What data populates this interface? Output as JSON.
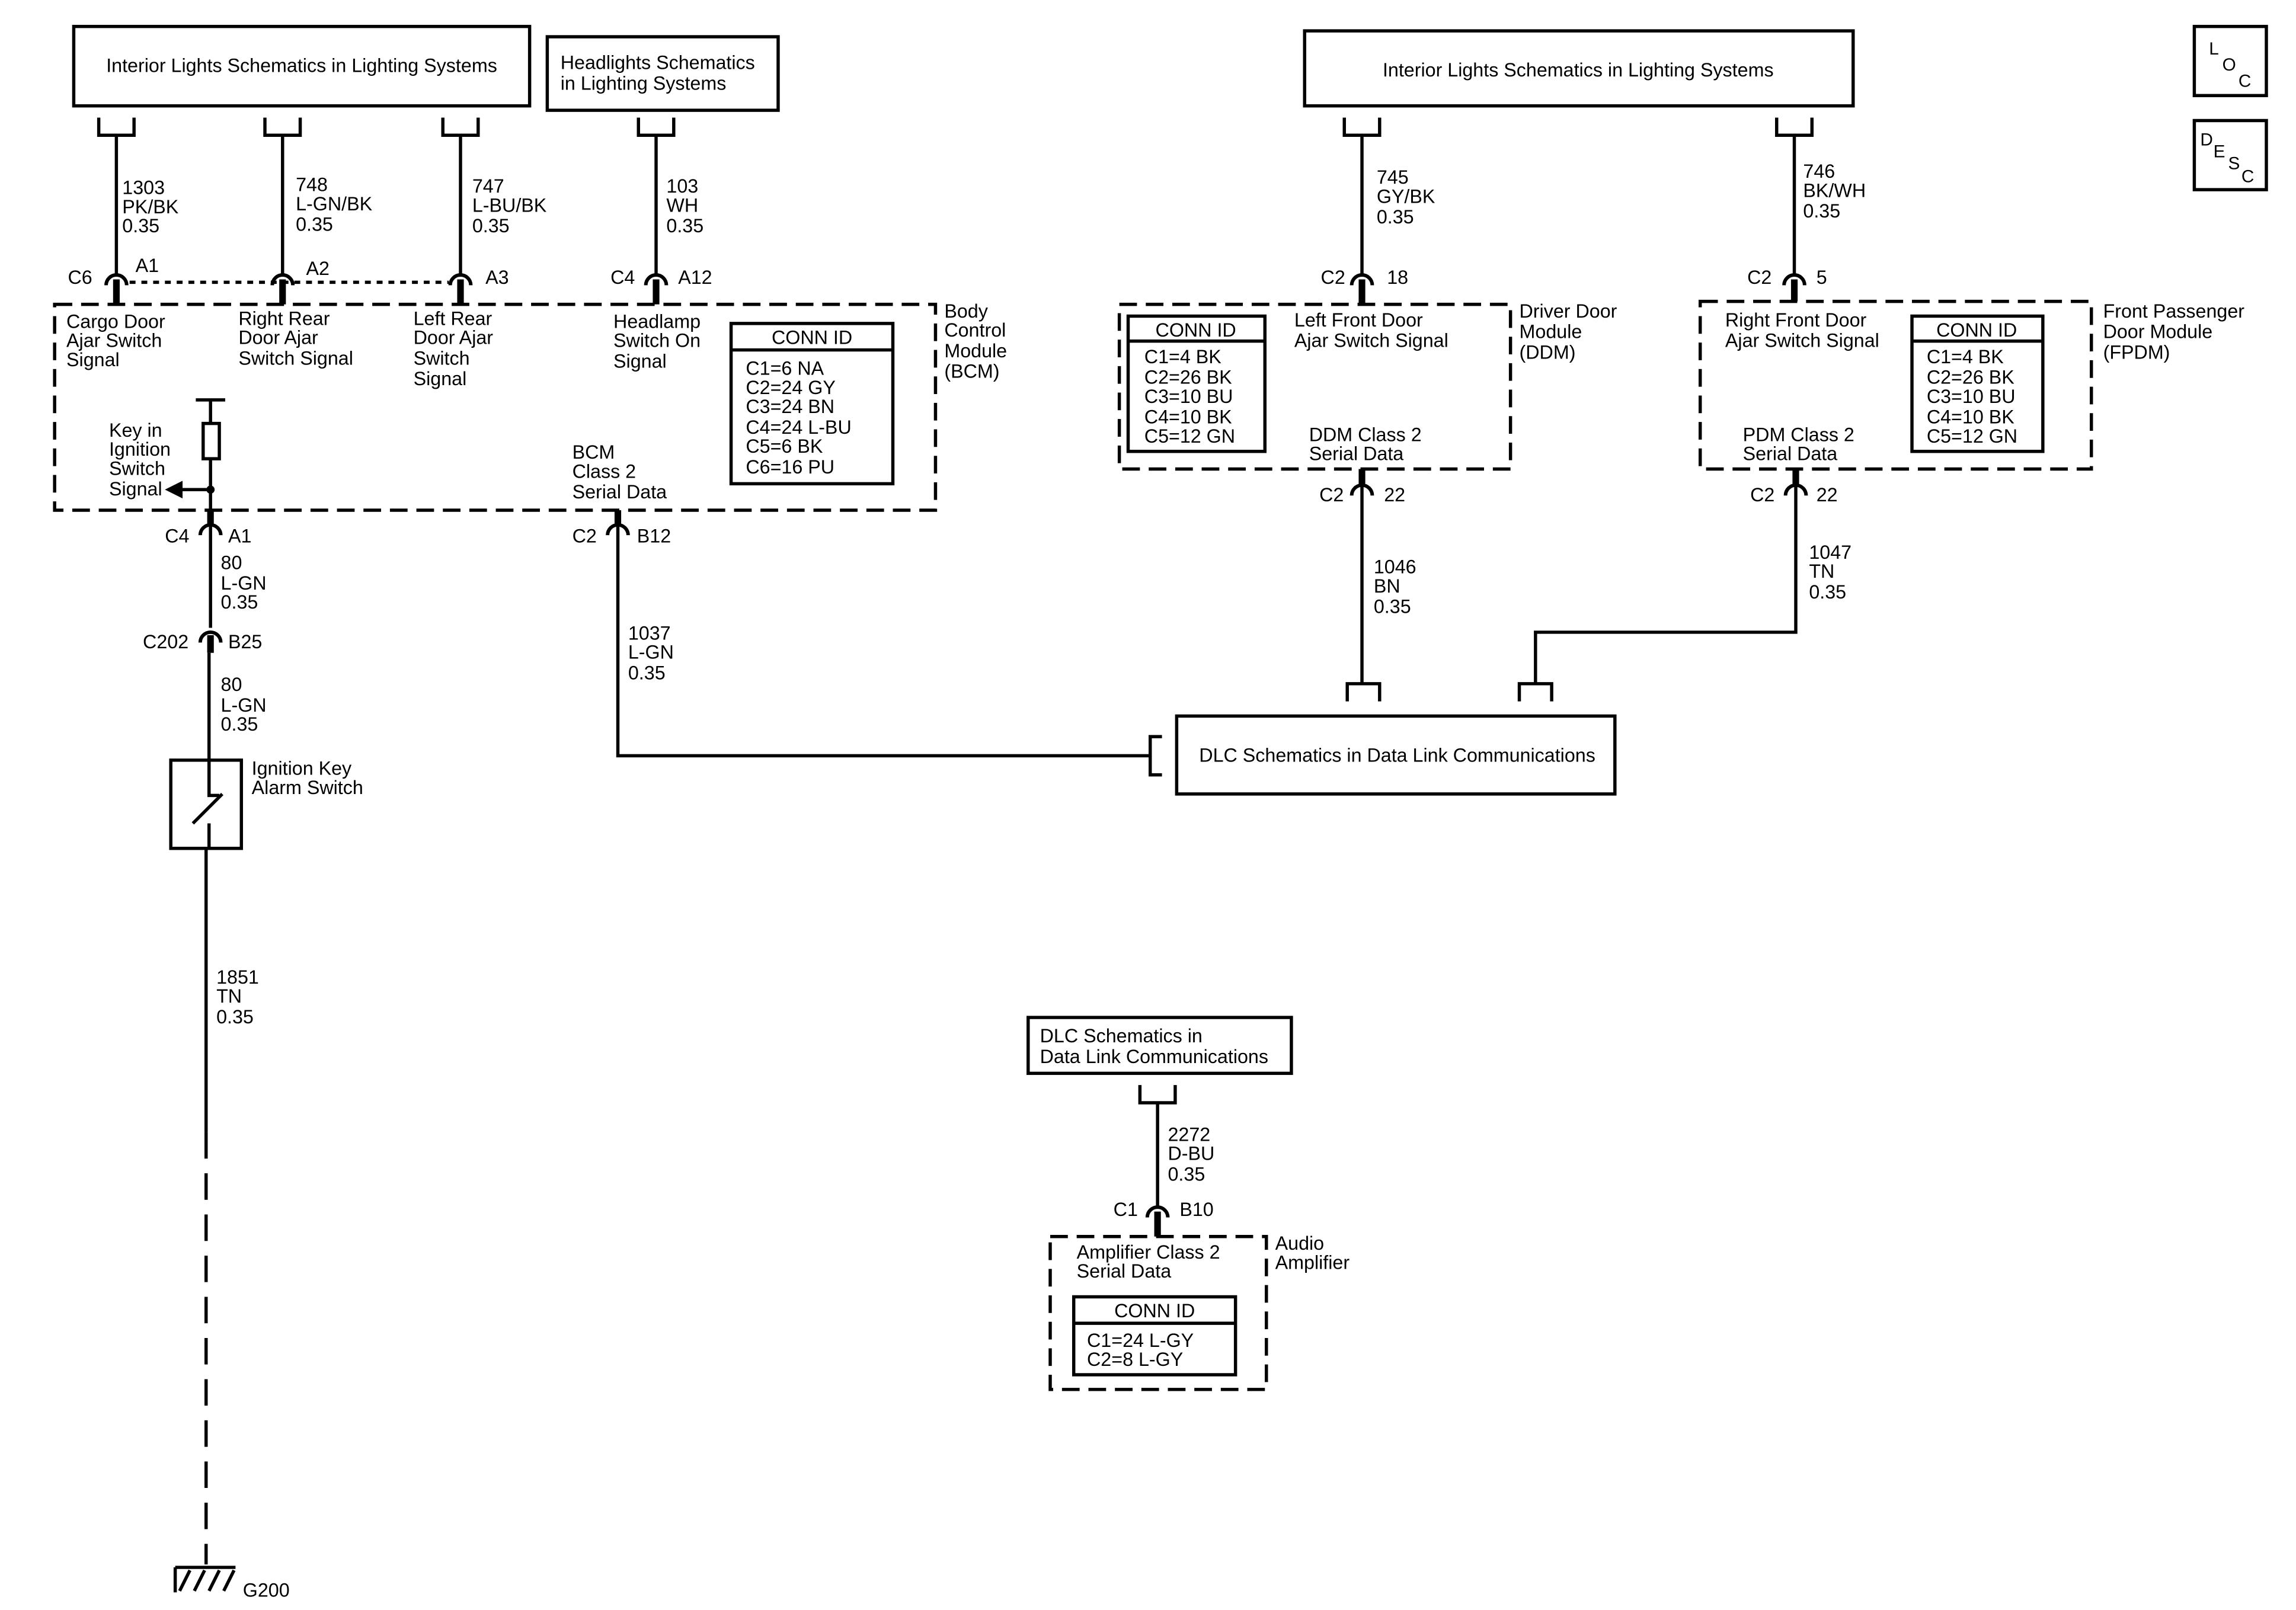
{
  "references": {
    "interior_lights_left": "Interior Lights Schematics in Lighting Systems",
    "headlights": [
      "Headlights Schematics",
      "in Lighting Systems"
    ],
    "interior_lights_right": "Interior Lights Schematics in Lighting Systems",
    "dlc_main": "DLC Schematics in Data Link Communications",
    "dlc_audio": [
      "DLC Schematics in",
      "Data Link Communications"
    ]
  },
  "nav": {
    "loc": [
      "L",
      "O",
      "C"
    ],
    "desc": [
      "D",
      "E",
      "S",
      "C"
    ]
  },
  "circuits": {
    "c1303": [
      "1303",
      "PK/BK",
      "0.35"
    ],
    "c748": [
      "748",
      "L-GN/BK",
      "0.35"
    ],
    "c747": [
      "747",
      "L-BU/BK",
      "0.35"
    ],
    "c103": [
      "103",
      "WH",
      "0.35"
    ],
    "c80_upper": [
      "80",
      "L-GN",
      "0.35"
    ],
    "c80_lower": [
      "80",
      "L-GN",
      "0.35"
    ],
    "c1851": [
      "1851",
      "TN",
      "0.35"
    ],
    "c1037": [
      "1037",
      "L-GN",
      "0.35"
    ],
    "c745": [
      "745",
      "GY/BK",
      "0.35"
    ],
    "c746": [
      "746",
      "BK/WH",
      "0.35"
    ],
    "c1046": [
      "1046",
      "BN",
      "0.35"
    ],
    "c1047": [
      "1047",
      "TN",
      "0.35"
    ],
    "c2272": [
      "2272",
      "D-BU",
      "0.35"
    ]
  },
  "connectors": {
    "bcm_c6": "C6",
    "bcm_a1": "A1",
    "bcm_a2": "A2",
    "bcm_a3": "A3",
    "bcm_c4_top": "C4",
    "bcm_a12": "A12",
    "bcm_c4_bottom": "C4",
    "bcm_a1_bottom": "A1",
    "c202": "C202",
    "c202_b25": "B25",
    "bcm_c2": "C2",
    "bcm_b12": "B12",
    "ddm_c2_top": "C2",
    "ddm_18": "18",
    "ddm_c2_bottom": "C2",
    "ddm_22": "22",
    "fpdm_c2_top": "C2",
    "fpdm_5": "5",
    "fpdm_c2_bottom": "C2",
    "fpdm_22": "22",
    "amp_c1": "C1",
    "amp_b10": "B10"
  },
  "bcm": {
    "name": [
      "Body",
      "Control",
      "Module",
      "(BCM)"
    ],
    "cargo_door": [
      "Cargo Door",
      "Ajar Switch",
      "Signal"
    ],
    "right_rear": [
      "Right Rear",
      "Door Ajar",
      "Switch Signal"
    ],
    "left_rear": [
      "Left Rear",
      "Door Ajar",
      "Switch",
      "Signal"
    ],
    "headlamp": [
      "Headlamp",
      "Switch On",
      "Signal"
    ],
    "key_in_ignition": [
      "Key in",
      "Ignition",
      "Switch",
      "Signal"
    ],
    "serial_data": [
      "BCM",
      "Class 2",
      "Serial Data"
    ],
    "conn_id": {
      "header": "CONN ID",
      "rows": [
        "C1=6 NA",
        "C2=24 GY",
        "C3=24 BN",
        "C4=24 L-BU",
        "C5=6 BK",
        "C6=16 PU"
      ]
    }
  },
  "ddm": {
    "name": [
      "Driver Door",
      "Module",
      "(DDM)"
    ],
    "ajar": [
      "Left Front Door",
      "Ajar Switch Signal"
    ],
    "serial_data": [
      "DDM Class 2",
      "Serial Data"
    ],
    "conn_id": {
      "header": "CONN ID",
      "rows": [
        "C1=4 BK",
        "C2=26 BK",
        "C3=10 BU",
        "C4=10 BK",
        "C5=12 GN"
      ]
    }
  },
  "fpdm": {
    "name": [
      "Front Passenger",
      "Door Module",
      "(FPDM)"
    ],
    "ajar": [
      "Right Front Door",
      "Ajar Switch Signal"
    ],
    "serial_data": [
      "PDM Class 2",
      "Serial Data"
    ],
    "conn_id": {
      "header": "CONN ID",
      "rows": [
        "C1=4 BK",
        "C2=26 BK",
        "C3=10 BU",
        "C4=10 BK",
        "C5=12 GN"
      ]
    }
  },
  "ignition_key_alarm_switch": [
    "Ignition Key",
    "Alarm Switch"
  ],
  "ground": "G200",
  "audio_amplifier": {
    "name": [
      "Audio",
      "Amplifier"
    ],
    "serial_data": [
      "Amplifier Class 2",
      "Serial Data"
    ],
    "conn_id": {
      "header": "CONN ID",
      "rows": [
        "C1=24 L-GY",
        "C2=8 L-GY"
      ]
    }
  }
}
